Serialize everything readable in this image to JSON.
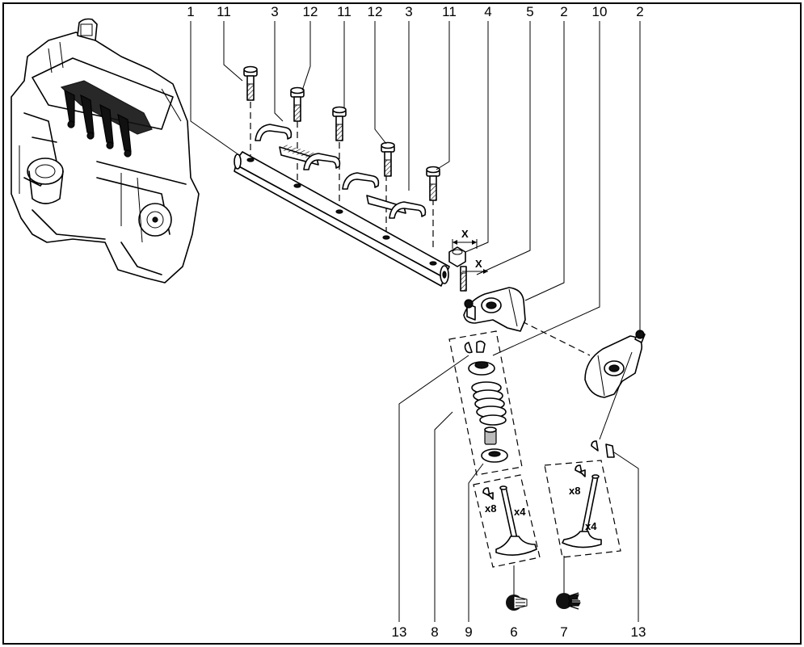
{
  "callouts": {
    "top": [
      "1",
      "11",
      "3",
      "12",
      "11",
      "12",
      "3",
      "11",
      "4",
      "5",
      "2",
      "10",
      "2"
    ],
    "bottom": [
      "13",
      "8",
      "9",
      "6",
      "7",
      "13"
    ]
  },
  "marks": {
    "clearance_a": "X",
    "clearance_b": "X",
    "inlet_keys_qty": "x8",
    "inlet_valve_qty": "x4",
    "exhaust_keys_qty": "x8",
    "exhaust_valve_qty": "x4"
  },
  "icons": {
    "engine": "engine-block-illustration",
    "inlet_symbol": "inlet-valve-symbol",
    "exhaust_symbol": "exhaust-valve-symbol"
  }
}
